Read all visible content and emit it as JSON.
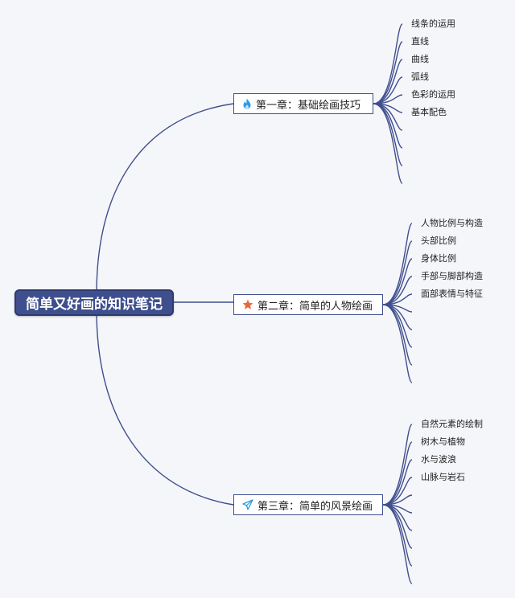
{
  "root": {
    "label": "简单又好画的知识笔记"
  },
  "chapters": [
    {
      "label": "第一章：基础绘画技巧",
      "icon": "flame-icon",
      "icon_color": "#2b9be6",
      "leaves": [
        "线条的运用",
        "直线",
        "曲线",
        "弧线",
        "色彩的运用",
        "基本配色"
      ]
    },
    {
      "label": "第二章：简单的人物绘画",
      "icon": "star-icon",
      "icon_color": "#e8683a",
      "leaves": [
        "人物比例与构造",
        "头部比例",
        "身体比例",
        "手部与脚部构造",
        "面部表情与特征"
      ]
    },
    {
      "label": "第三章：简单的风景绘画",
      "icon": "paper-plane-icon",
      "icon_color": "#2b9be6",
      "leaves": [
        "自然元素的绘制",
        "树木与植物",
        "水与波浪",
        "山脉与岩石"
      ]
    }
  ],
  "colors": {
    "line": "#3f4f8e",
    "root_bg": "#3f4f8e",
    "background": "#f5f6f9"
  }
}
